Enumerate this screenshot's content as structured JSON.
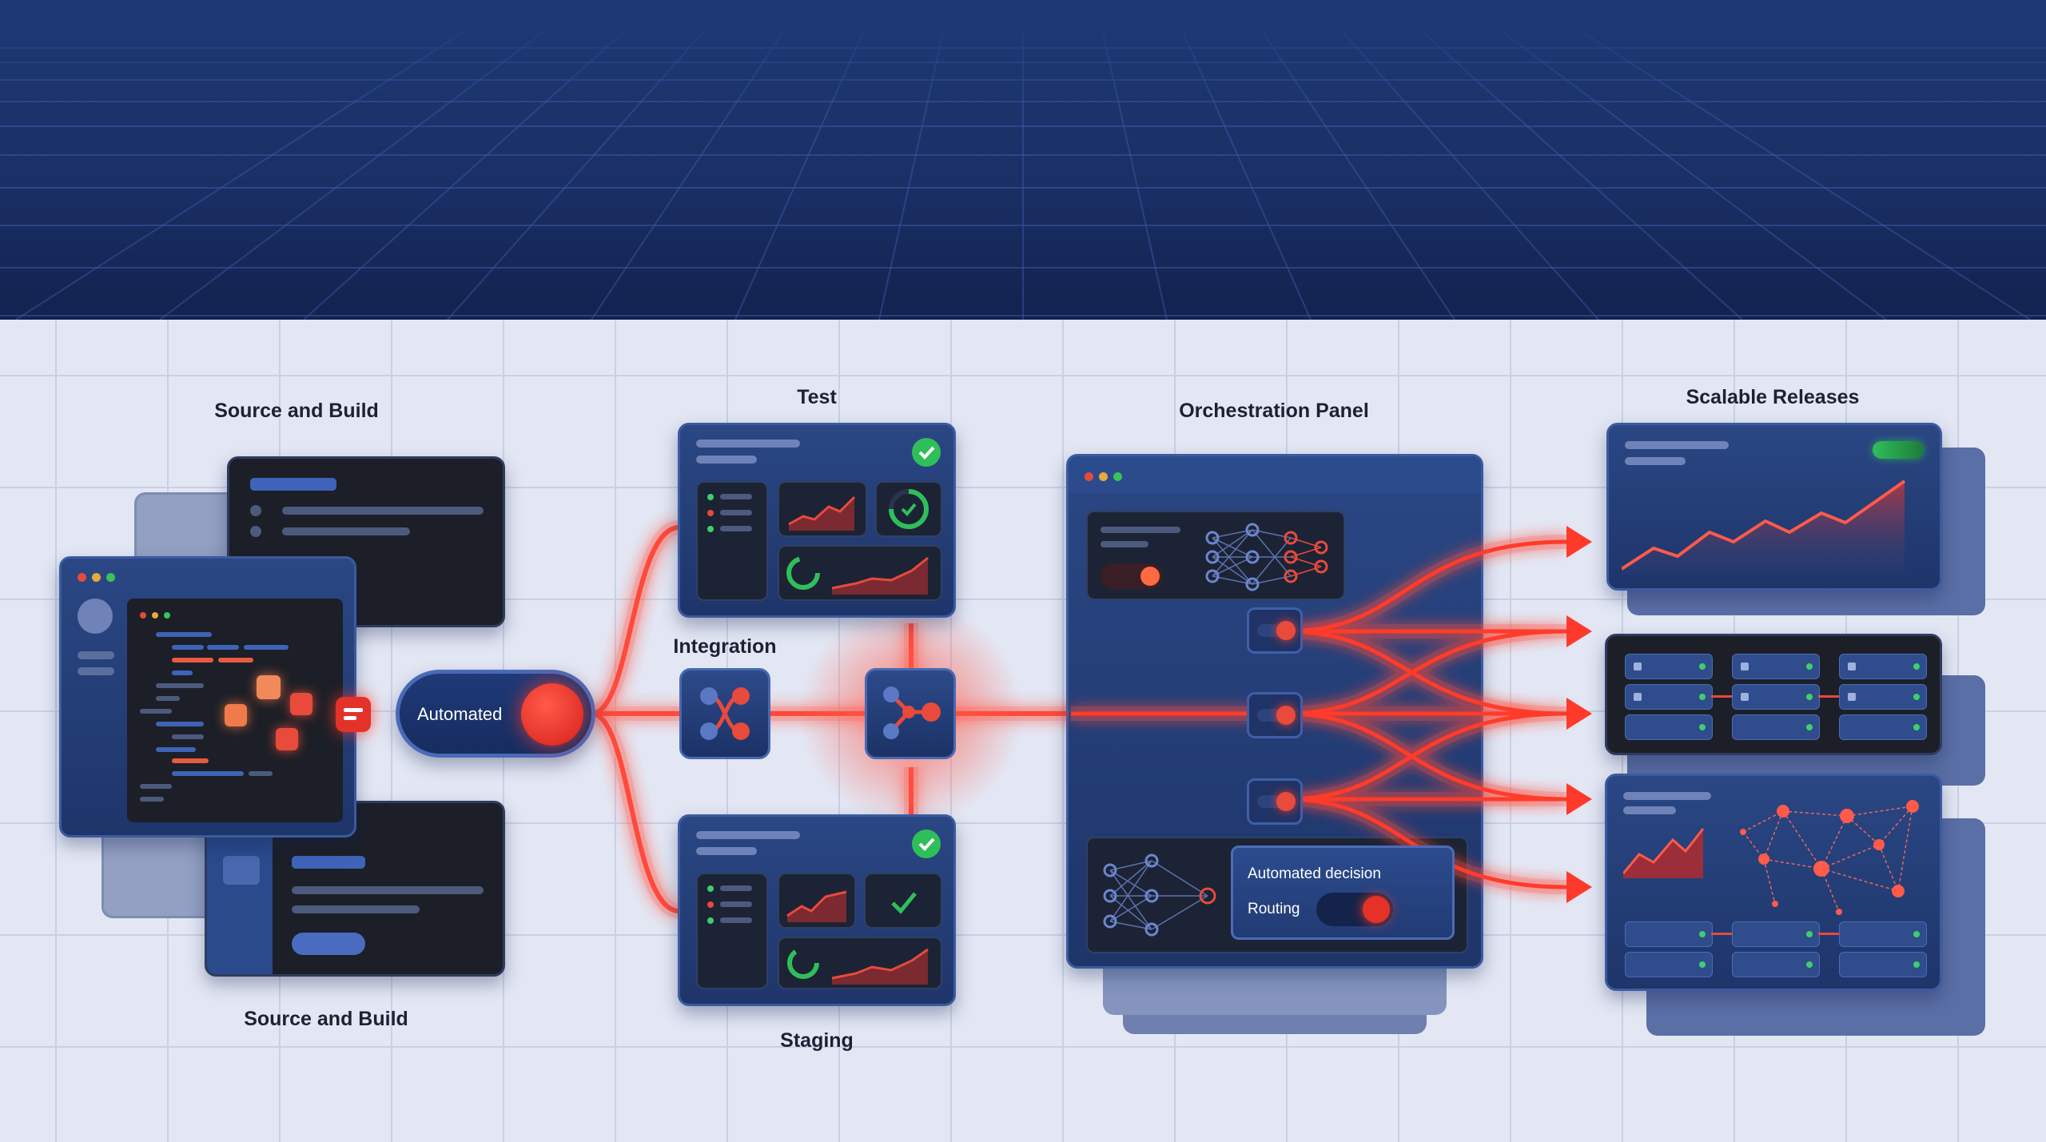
{
  "stages": {
    "source_top": "Source and Build",
    "source_bottom": "Source and Build",
    "test": "Test",
    "integration": "Integration",
    "staging": "Staging",
    "orchestration": "Orchestration Panel",
    "releases": "Scalable Releases"
  },
  "pipeline": {
    "automated_label": "Automated"
  },
  "orchestration": {
    "decision_title": "Automated decision",
    "routing_label": "Routing"
  },
  "icons": [
    "code-icon",
    "check-icon",
    "neural-network-icon",
    "network-graph-icon",
    "area-chart-icon",
    "gauge-icon",
    "arrow-icon"
  ],
  "colors": {
    "accent": "#e8342a",
    "navy": "#1e356a",
    "success": "#2fbf5a",
    "background": "#e3e7f4"
  }
}
